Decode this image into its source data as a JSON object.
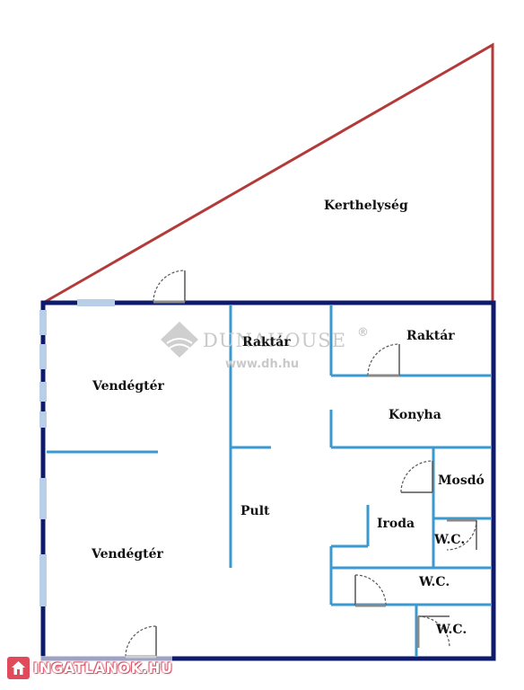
{
  "rooms": {
    "garden": "Kerthelység",
    "storage_center": "Raktár",
    "storage_right": "Raktár",
    "dining_top": "Vendégtér",
    "dining_bottom": "Vendégtér",
    "kitchen": "Konyha",
    "washroom": "Mosdó",
    "counter": "Pult",
    "office": "Iroda",
    "wc_1": "W.C.",
    "wc_2": "W.C.",
    "wc_3": "W.C."
  },
  "watermark": {
    "brand": "DUNAHOUSE",
    "registered": "®",
    "url": "www.dh.hu"
  },
  "badge": {
    "text": "INGATLANOK.HU"
  },
  "colors": {
    "outer_wall": "#0e1a6b",
    "inner_wall": "#3a9ad0",
    "garden_outline": "#b43a3a",
    "window_fill": "#b9cfe8",
    "door": "#555555",
    "badge": "#e04a5a"
  }
}
